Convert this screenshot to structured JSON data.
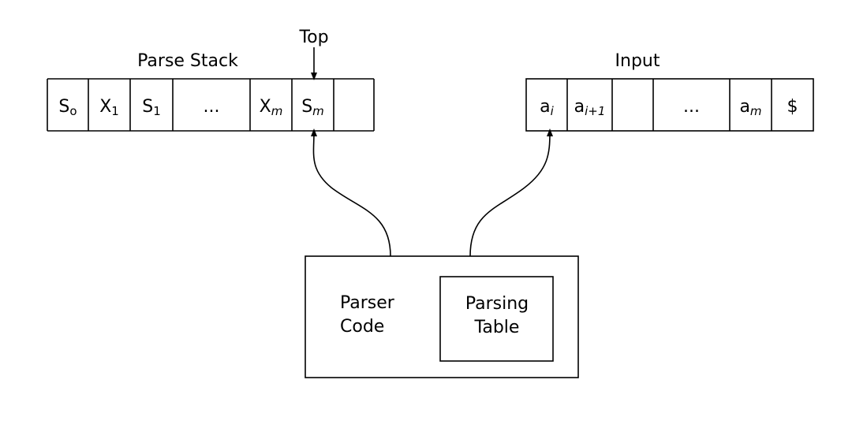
{
  "labels": {
    "top": "Top",
    "parse_stack": "Parse Stack",
    "input": "Input",
    "parser_code_line1": "Parser",
    "parser_code_line2": "Code",
    "parsing_table_line1": "Parsing",
    "parsing_table_line2": "Table"
  },
  "stack_cells": [
    {
      "base": "S",
      "sub": "o",
      "sub_italic": false
    },
    {
      "base": "X",
      "sub": "1",
      "sub_italic": false
    },
    {
      "base": "S",
      "sub": "1",
      "sub_italic": false
    },
    {
      "base": "...",
      "sub": "",
      "sub_italic": false
    },
    {
      "base": "X",
      "sub": "m",
      "sub_italic": true
    },
    {
      "base": "S",
      "sub": "m",
      "sub_italic": true
    },
    {
      "base": "",
      "sub": "",
      "sub_italic": false
    }
  ],
  "input_cells": [
    {
      "base": "a",
      "sub": "i",
      "sub_italic": true
    },
    {
      "base": "a",
      "sub": "i+1",
      "sub_italic": true
    },
    {
      "base": "",
      "sub": "",
      "sub_italic": false
    },
    {
      "base": "...",
      "sub": "",
      "sub_italic": false
    },
    {
      "base": "a",
      "sub": "m",
      "sub_italic": true
    },
    {
      "base": "$",
      "sub": "",
      "sub_italic": false
    }
  ]
}
